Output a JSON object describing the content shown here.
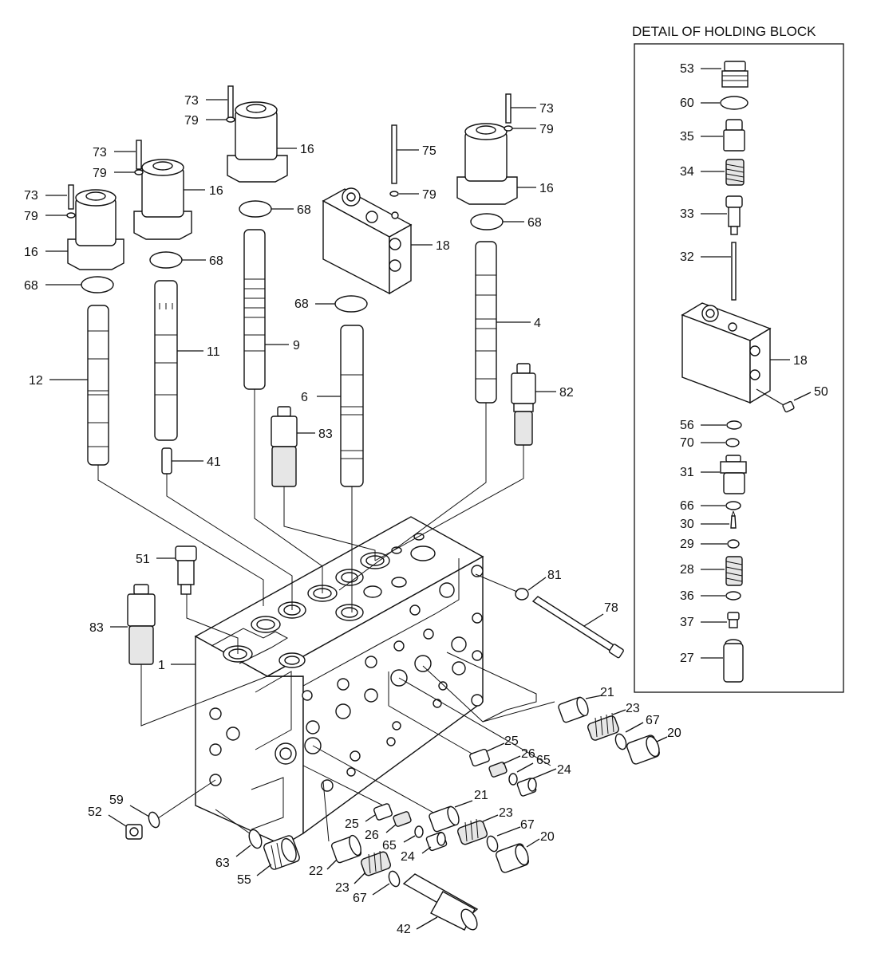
{
  "detail_title": "DETAIL OF HOLDING BLOCK",
  "labels": {
    "d53": "53",
    "d60": "60",
    "d35": "35",
    "d34": "34",
    "d33": "33",
    "d32": "32",
    "d18": "18",
    "d50": "50",
    "d56": "56",
    "d70": "70",
    "d31": "31",
    "d66": "66",
    "d30": "30",
    "d29": "29",
    "d28": "28",
    "d36": "36",
    "d37": "37",
    "d27": "27",
    "a73": "73",
    "a79": "79",
    "a16": "16",
    "b73": "73",
    "b79": "79",
    "b16": "16",
    "c73": "73",
    "c79": "79",
    "c16": "16",
    "e73": "73",
    "e79": "79",
    "e16": "16",
    "m75": "75",
    "m79": "79",
    "m18": "18",
    "m68": "68",
    "s68a": "68",
    "s68b": "68",
    "s68c": "68",
    "s68d": "68",
    "s12": "12",
    "s11": "11",
    "s9": "9",
    "s6": "6",
    "s4": "4",
    "s82": "82",
    "s83a": "83",
    "s41": "41",
    "s51": "51",
    "s83b": "83",
    "s1": "1",
    "s81": "81",
    "s78": "78",
    "r21a": "21",
    "r23a": "23",
    "r67a": "67",
    "r20a": "20",
    "r25a": "25",
    "r26a": "26",
    "r65a": "65",
    "r24a": "24",
    "r21b": "21",
    "r23b": "23",
    "r67b": "67",
    "r20b": "20",
    "r25b": "25",
    "r26b": "26",
    "r65b": "65",
    "r24b": "24",
    "r22": "22",
    "r23c": "23",
    "r67c": "67",
    "r42": "42",
    "r59": "59",
    "r52": "52",
    "r63": "63",
    "r55": "55"
  }
}
